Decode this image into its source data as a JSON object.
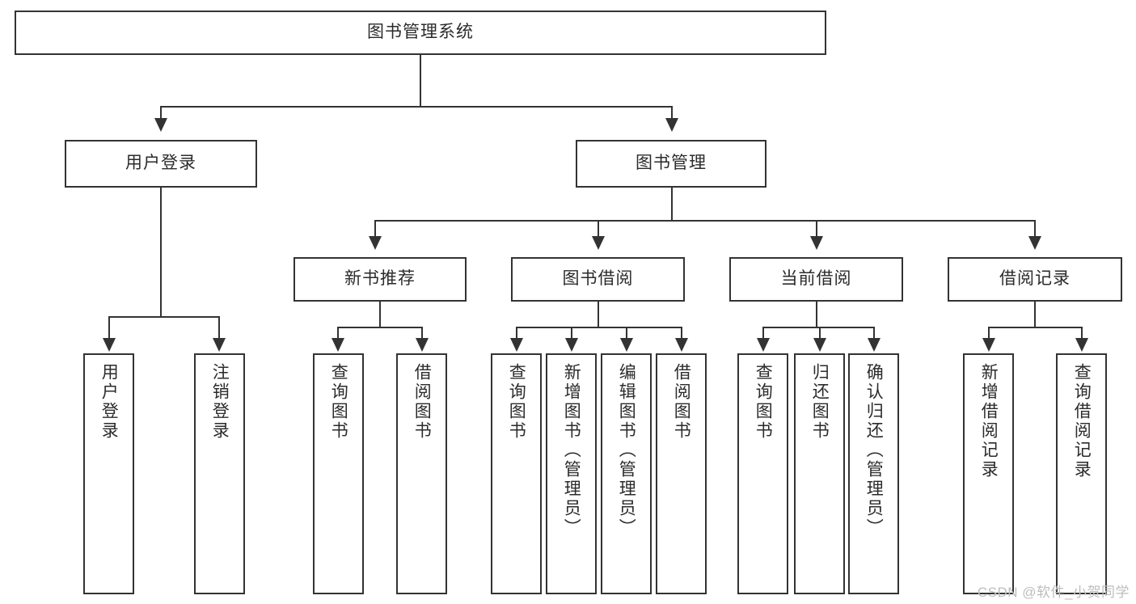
{
  "diagram": {
    "type": "tree-hierarchy",
    "title": "图书管理系统",
    "root": {
      "id": "root",
      "label": "图书管理系统"
    },
    "level2": [
      {
        "id": "user-login",
        "label": "用户登录"
      },
      {
        "id": "book-manage",
        "label": "图书管理"
      }
    ],
    "level3": [
      {
        "id": "new-book-rec",
        "label": "新书推荐"
      },
      {
        "id": "book-borrow",
        "label": "图书借阅"
      },
      {
        "id": "current-borrow",
        "label": "当前借阅"
      },
      {
        "id": "borrow-record",
        "label": "借阅记录"
      }
    ],
    "leaves": [
      {
        "id": "leaf-user-login",
        "label": "用户登录",
        "parent": "user-login"
      },
      {
        "id": "leaf-user-logout",
        "label": "注销登录",
        "parent": "user-login"
      },
      {
        "id": "leaf-query-book-1",
        "label": "查询图书",
        "parent": "new-book-rec"
      },
      {
        "id": "leaf-borrow-book-1",
        "label": "借阅图书",
        "parent": "new-book-rec"
      },
      {
        "id": "leaf-query-book-2",
        "label": "查询图书",
        "parent": "book-borrow"
      },
      {
        "id": "leaf-add-book",
        "label": "新增图书（管理员）",
        "parent": "book-borrow"
      },
      {
        "id": "leaf-edit-book",
        "label": "编辑图书（管理员）",
        "parent": "book-borrow"
      },
      {
        "id": "leaf-borrow-book-2",
        "label": "借阅图书",
        "parent": "book-borrow"
      },
      {
        "id": "leaf-query-book-3",
        "label": "查询图书",
        "parent": "current-borrow"
      },
      {
        "id": "leaf-return-book",
        "label": "归还图书",
        "parent": "current-borrow"
      },
      {
        "id": "leaf-confirm-return",
        "label": "确认归还（管理员）",
        "parent": "current-borrow"
      },
      {
        "id": "leaf-add-record",
        "label": "新增借阅记录",
        "parent": "borrow-record"
      },
      {
        "id": "leaf-query-record",
        "label": "查询借阅记录",
        "parent": "borrow-record"
      }
    ],
    "colors": {
      "stroke": "#333333",
      "fill": "#ffffff",
      "text": "#2b2b2b",
      "watermark": "#bdbdbd"
    }
  },
  "watermark": {
    "text": "CSDN @软件_小贺同学"
  }
}
